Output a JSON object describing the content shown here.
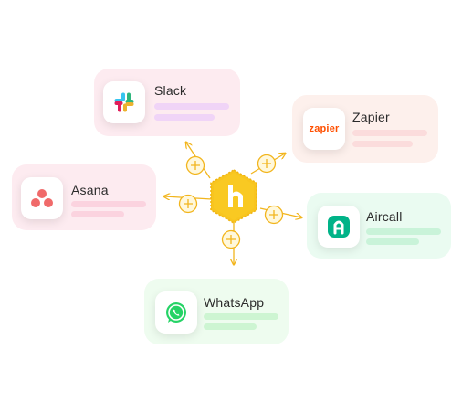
{
  "apps": {
    "slack": {
      "name": "Slack",
      "icon": "slack-icon",
      "card_color": "#fdebf0",
      "bar_color": "#f0d4f7"
    },
    "zapier": {
      "name": "Zapier",
      "icon": "zapier-icon",
      "icon_text": "zapier",
      "card_color": "#fdf0ec",
      "bar_color": "#fbdcdc"
    },
    "asana": {
      "name": "Asana",
      "icon": "asana-icon",
      "card_color": "#fdebf0",
      "bar_color": "#fbd3df"
    },
    "aircall": {
      "name": "Aircall",
      "icon": "aircall-icon",
      "card_color": "#eafbf1",
      "bar_color": "#c9f3d9"
    },
    "whatsapp": {
      "name": "WhatsApp",
      "icon": "whatsapp-icon",
      "card_color": "#eefcef",
      "bar_color": "#cdf5d2"
    }
  },
  "hub": {
    "icon": "hub-logo-icon",
    "color": "#f7c41e"
  },
  "connector": {
    "icon": "plus-circle-icon",
    "color": "#f2b51d"
  }
}
